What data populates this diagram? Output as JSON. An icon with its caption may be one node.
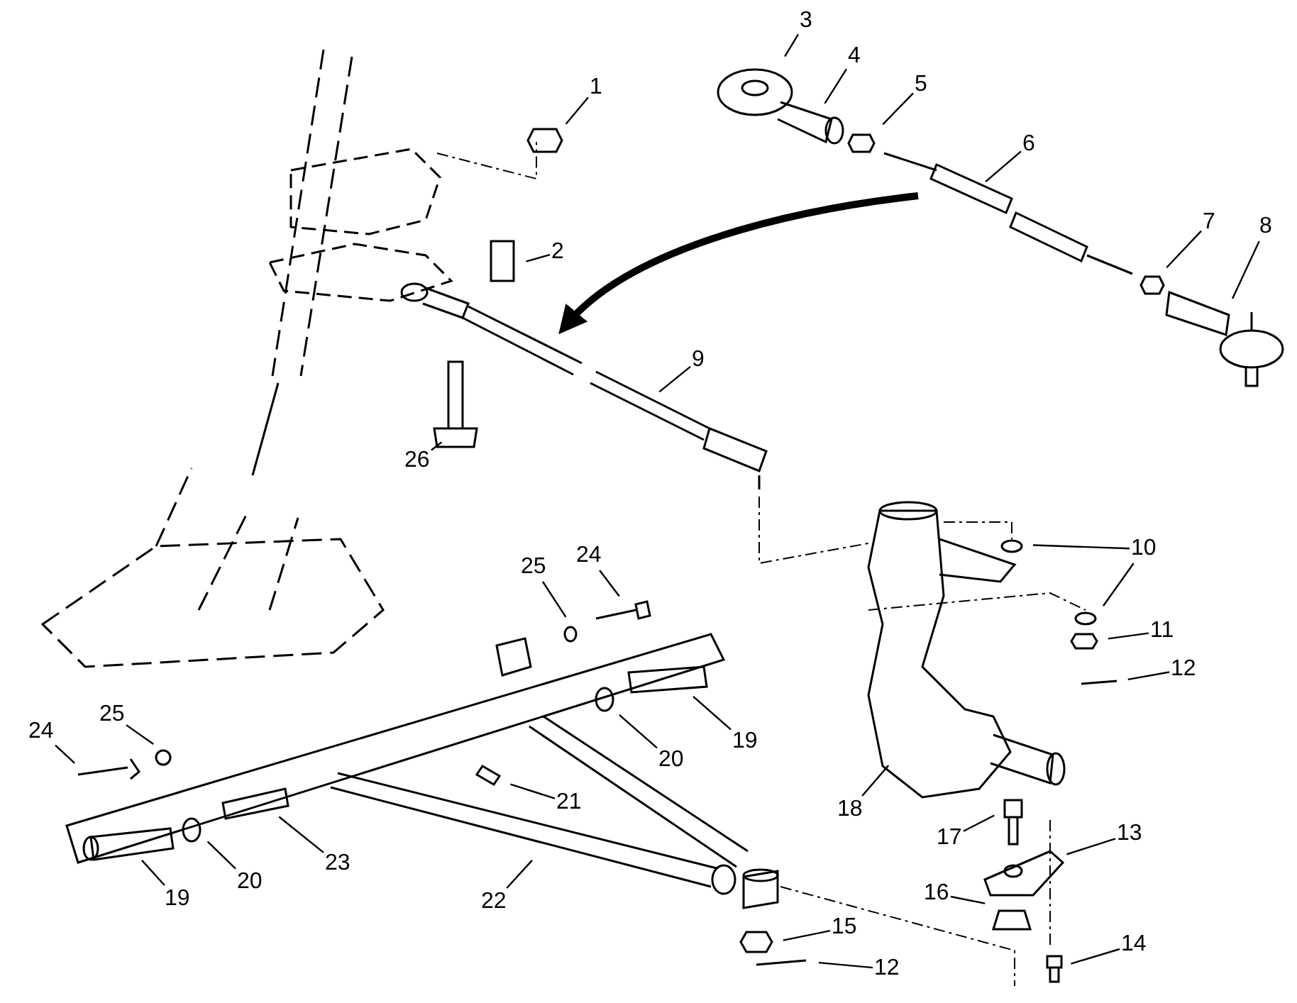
{
  "diagram": {
    "nodes": [
      {
        "text": [
          "3"
        ]
      },
      {
        "text": [
          "4"
        ]
      },
      {
        "text": [
          "1"
        ]
      },
      {
        "text": [
          "5"
        ]
      },
      {
        "text": [
          "6"
        ]
      },
      {
        "text": [
          "7"
        ]
      },
      {
        "text": [
          "8"
        ]
      },
      {
        "text": [
          "2"
        ]
      },
      {
        "text": [
          "9"
        ]
      },
      {
        "text": [
          "26"
        ]
      },
      {
        "text": [
          "24"
        ]
      },
      {
        "text": [
          "25"
        ]
      },
      {
        "text": [
          "10"
        ]
      },
      {
        "text": [
          "11"
        ]
      },
      {
        "text": [
          "12"
        ]
      },
      {
        "text": [
          "25"
        ]
      },
      {
        "text": [
          "24"
        ]
      },
      {
        "text": [
          "19"
        ]
      },
      {
        "text": [
          "20"
        ]
      },
      {
        "text": [
          "21"
        ]
      },
      {
        "text": [
          "18"
        ]
      },
      {
        "text": [
          "17"
        ]
      },
      {
        "text": [
          "13"
        ]
      },
      {
        "text": [
          "23"
        ]
      },
      {
        "text": [
          "19"
        ]
      },
      {
        "text": [
          "20"
        ]
      },
      {
        "text": [
          "22"
        ]
      },
      {
        "text": [
          "16"
        ]
      },
      {
        "text": [
          "15"
        ]
      },
      {
        "text": [
          "14"
        ]
      },
      {
        "text": [
          "12"
        ]
      }
    ],
    "edges": [
      {
        "from": 0,
        "to": null,
        "arrow": "none"
      },
      {
        "from": 1,
        "to": null,
        "arrow": "none"
      },
      {
        "from": 2,
        "to": null,
        "arrow": "none"
      },
      {
        "from": 3,
        "to": null,
        "arrow": "none"
      },
      {
        "from": 4,
        "to": null,
        "arrow": "none"
      },
      {
        "from": 5,
        "to": null,
        "arrow": "none"
      },
      {
        "from": 6,
        "to": null,
        "arrow": "none"
      },
      {
        "from": 7,
        "to": null,
        "arrow": "none"
      },
      {
        "from": 8,
        "to": null,
        "arrow": "none"
      },
      {
        "from": 9,
        "to": null,
        "arrow": "none"
      },
      {
        "from": 10,
        "to": null,
        "arrow": "none"
      },
      {
        "from": 11,
        "to": null,
        "arrow": "none"
      },
      {
        "from": 12,
        "to": null,
        "arrow": "none"
      },
      {
        "from": 12,
        "to": null,
        "arrow": "none"
      },
      {
        "from": 13,
        "to": null,
        "arrow": "none"
      },
      {
        "from": 14,
        "to": null,
        "arrow": "none"
      },
      {
        "from": 15,
        "to": null,
        "arrow": "none"
      },
      {
        "from": 16,
        "to": null,
        "arrow": "none"
      },
      {
        "from": 17,
        "to": null,
        "arrow": "none"
      },
      {
        "from": 18,
        "to": null,
        "arrow": "none"
      },
      {
        "from": 19,
        "to": null,
        "arrow": "none"
      },
      {
        "from": 20,
        "to": null,
        "arrow": "none"
      },
      {
        "from": 21,
        "to": null,
        "arrow": "none"
      },
      {
        "from": 22,
        "to": null,
        "arrow": "none"
      },
      {
        "from": 23,
        "to": null,
        "arrow": "none"
      },
      {
        "from": 24,
        "to": null,
        "arrow": "none"
      },
      {
        "from": 25,
        "to": null,
        "arrow": "none"
      },
      {
        "from": 26,
        "to": null,
        "arrow": "none"
      },
      {
        "from": 27,
        "to": null,
        "arrow": "none"
      },
      {
        "from": 28,
        "to": null,
        "arrow": "none"
      },
      {
        "from": 29,
        "to": null,
        "arrow": "none"
      },
      {
        "from": 30,
        "to": null,
        "arrow": "none"
      }
    ]
  }
}
